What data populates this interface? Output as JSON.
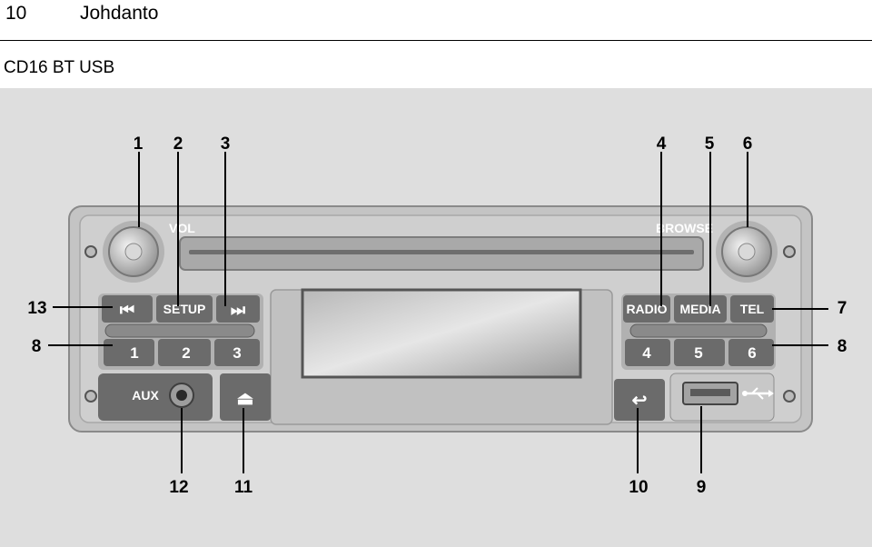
{
  "header": {
    "page_number": "10",
    "chapter_title": "Johdanto"
  },
  "section_title": "CD16 BT USB",
  "figure": {
    "panel_labels": {
      "vol": "VOL",
      "browse": "BROWSE"
    },
    "buttons": {
      "prev": "⏮",
      "setup": "SETUP",
      "next": "⏭",
      "radio": "RADIO",
      "media": "MEDIA",
      "tel": "TEL",
      "aux": "AUX",
      "eject": "⏏",
      "back": "↩",
      "preset_1": "1",
      "preset_2": "2",
      "preset_3": "3",
      "preset_4": "4",
      "preset_5": "5",
      "preset_6": "6"
    },
    "callouts": {
      "c1": "1",
      "c2": "2",
      "c3": "3",
      "c4": "4",
      "c5": "5",
      "c6": "6",
      "c7": "7",
      "c8_left": "8",
      "c8_right": "8",
      "c9": "9",
      "c10": "10",
      "c11": "11",
      "c12": "12",
      "c13": "13"
    }
  }
}
